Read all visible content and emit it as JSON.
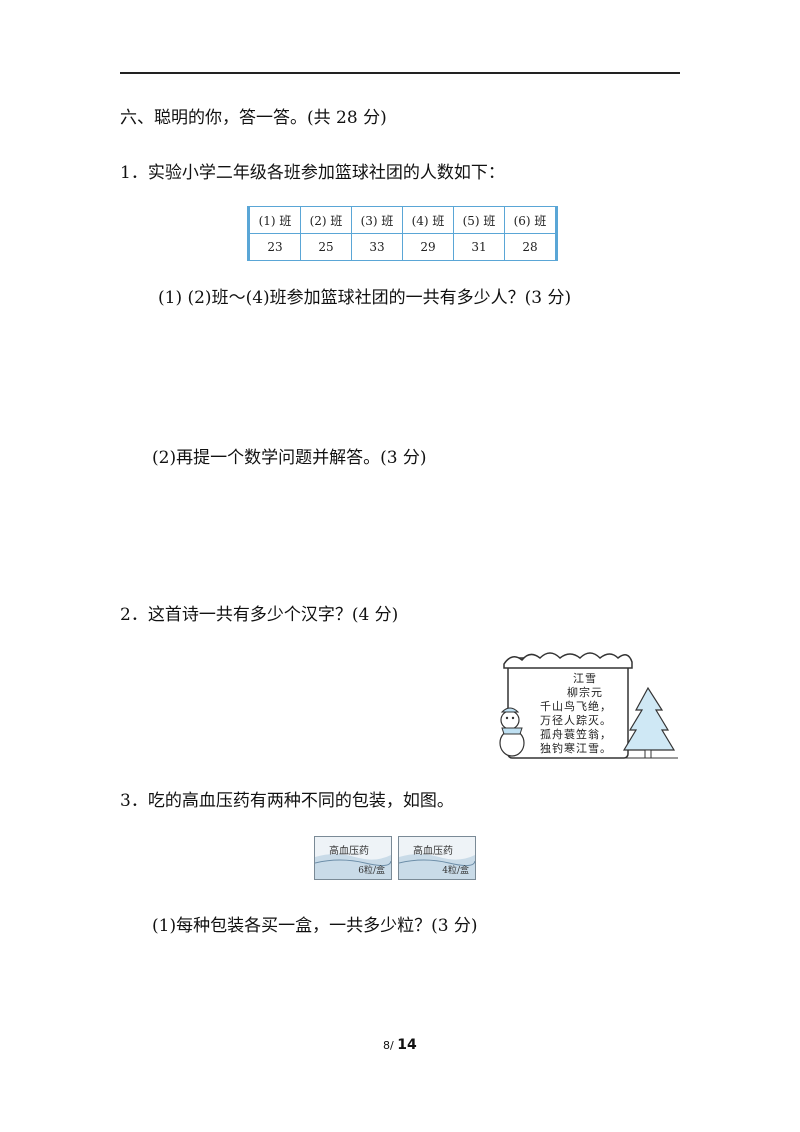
{
  "section_title": "六、聪明的你，答一答。(共 28 分)",
  "q1": {
    "prompt": "1．实验小学二年级各班参加篮球社团的人数如下：",
    "table": {
      "headers": [
        "(1) 班",
        "(2) 班",
        "(3) 班",
        "(4) 班",
        "(5) 班",
        "(6) 班"
      ],
      "values": [
        "23",
        "25",
        "33",
        "29",
        "31",
        "28"
      ]
    },
    "sub1": "(1)  (2)班～(4)班参加篮球社团的一共有多少人？(3 分)",
    "sub2": "(2)再提一个数学问题并解答。(3 分)"
  },
  "q2": {
    "prompt": "2．这首诗一共有多少个汉字？(4 分)",
    "poem": {
      "title": "江雪",
      "author": "柳宗元",
      "lines": [
        "千山鸟飞绝，",
        "万径人踪灭。",
        "孤舟蓑笠翁，",
        "独钓寒江雪。"
      ]
    }
  },
  "q3": {
    "prompt": "3．吃的高血压药有两种不同的包装，如图。",
    "boxes": [
      {
        "label": "高血压药",
        "count": "6粒/盒"
      },
      {
        "label": "高血压药",
        "count": "4粒/盒"
      }
    ],
    "sub1": "(1)每种包装各买一盒，一共多少粒？(3 分)"
  },
  "page": {
    "current": "8/",
    "total": "14"
  }
}
